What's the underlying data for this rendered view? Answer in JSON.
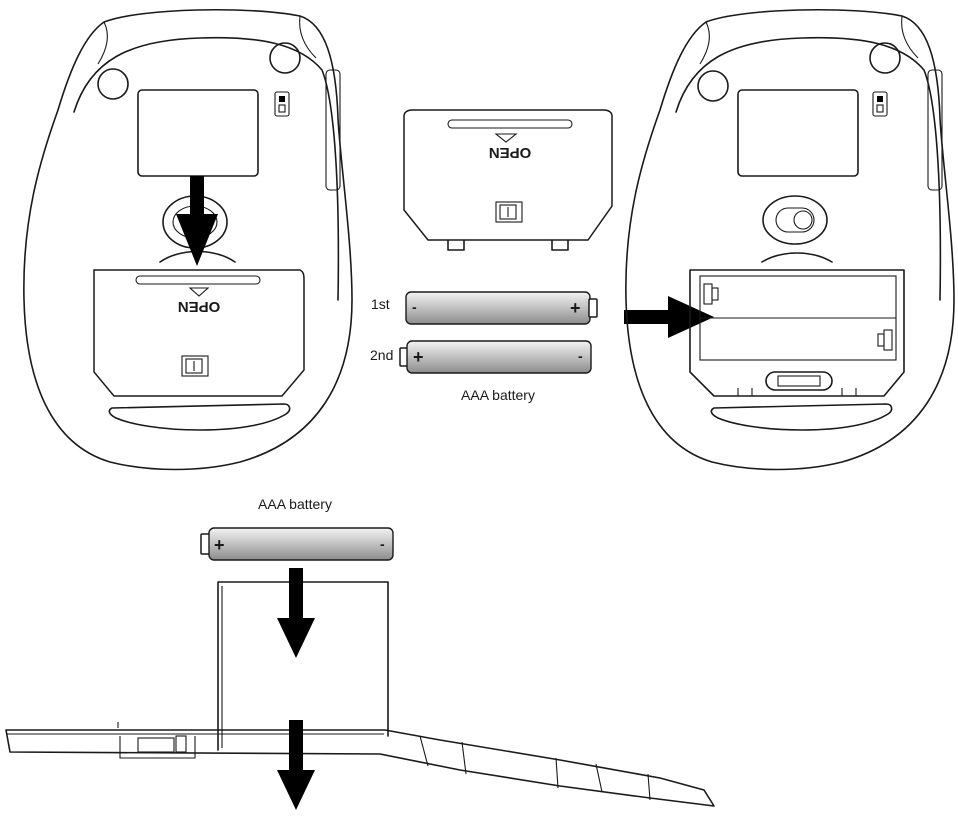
{
  "labels": {
    "cover_open": "OPEN",
    "first": "1st",
    "second": "2nd",
    "battery_top": "AAA battery",
    "battery_bottom": "AAA battery",
    "plus": "+",
    "minus": "-"
  },
  "colors": {
    "ink": "#1a1a1a",
    "battery_fill": "#d9d9d9",
    "arrow": "#000000",
    "background": "#ffffff"
  },
  "icons": [
    "usb-receiver-icon",
    "power-switch-icon",
    "down-arrow-icon",
    "right-arrow-icon"
  ]
}
